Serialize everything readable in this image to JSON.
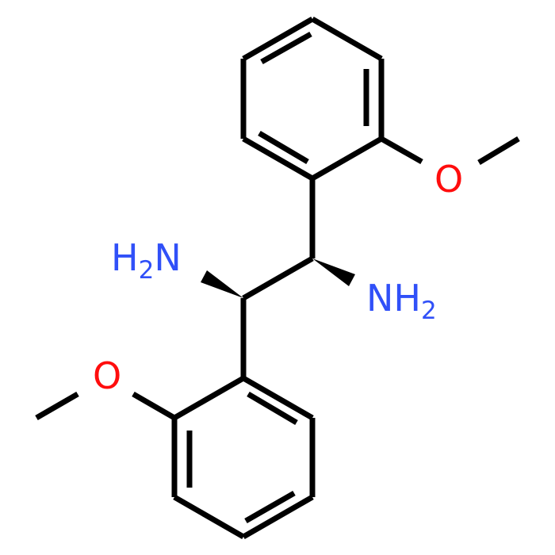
{
  "molecule": {
    "atoms": {
      "amine_left": {
        "main": "H",
        "sub": "2",
        "tail": "N"
      },
      "amine_right": {
        "main": "NH",
        "sub": "2"
      },
      "oxygen_top": {
        "symbol": "O"
      },
      "oxygen_bottom": {
        "symbol": "O"
      }
    },
    "colors": {
      "bond": "#000000",
      "nitrogen": "#3050F8",
      "oxygen": "#FF0D0D",
      "background": "#FFFFFF"
    }
  }
}
